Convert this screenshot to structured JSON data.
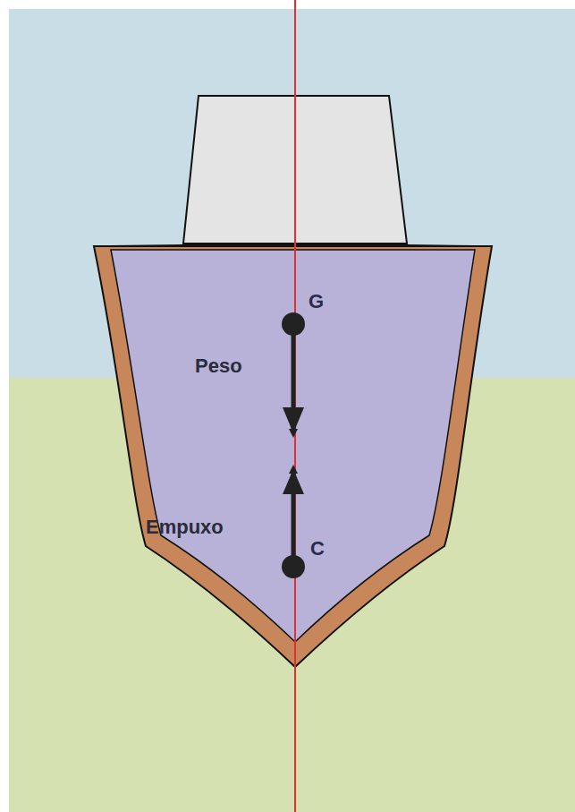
{
  "diagram": {
    "labels": [
      "G",
      "Peso",
      "Empuxo",
      "C"
    ]
  }
}
